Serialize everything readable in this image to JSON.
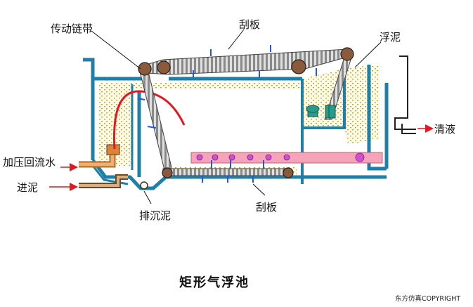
{
  "diagram": {
    "caption": "矩形气浮池",
    "copyright": "东方仿真COPYRIGHT",
    "labels": {
      "drive_chain": "传动链带",
      "scraper_top": "刮板",
      "float_sludge": "浮泥",
      "pressurized_return_water": "加压回流水",
      "sludge_inlet": "进泥",
      "clear_liquid": "清液",
      "sludge_discharge": "排沉泥",
      "scraper_bottom": "刮板"
    },
    "colors": {
      "tank_wall": "#1e7fa8",
      "chain": "#555555",
      "sludge_dots": "#b5aa3a",
      "flow_arrow": "#e8141e",
      "pipe": "#d9843a",
      "distributor": "#f4a3b8",
      "bubble": "#d050d0",
      "scraper_blade": "#2255ee"
    }
  }
}
